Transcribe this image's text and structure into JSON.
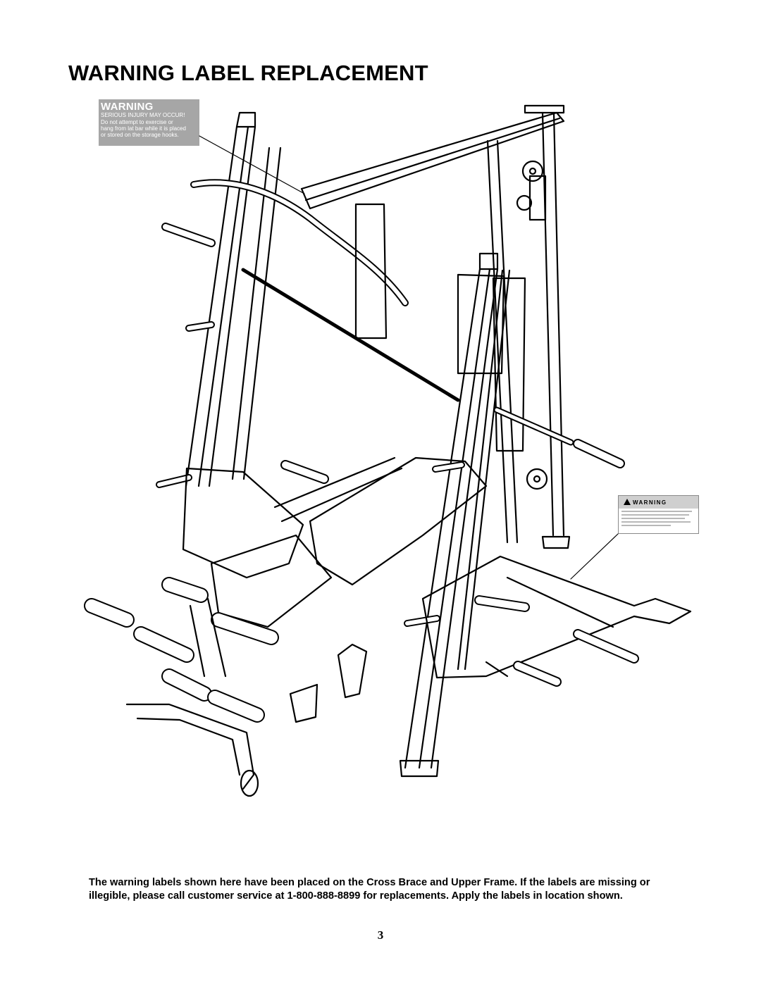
{
  "page": {
    "title": "WARNING LABEL REPLACEMENT",
    "page_number": "3"
  },
  "label_upper": {
    "heading": "WARNING",
    "subheading": "SERIOUS INJURY MAY OCCUR!",
    "body": "Do not attempt to exercise or\nhang from lat bar while it is placed\nor stored on the storage hooks."
  },
  "label_lower": {
    "heading": "WARNING"
  },
  "instructions": {
    "text": "The warning labels shown here have been placed on the Cross Brace and Upper Frame.  If the labels are missing or illegible, please call customer service at 1-800-888-8899 for replacements. Apply the labels in location shown."
  }
}
